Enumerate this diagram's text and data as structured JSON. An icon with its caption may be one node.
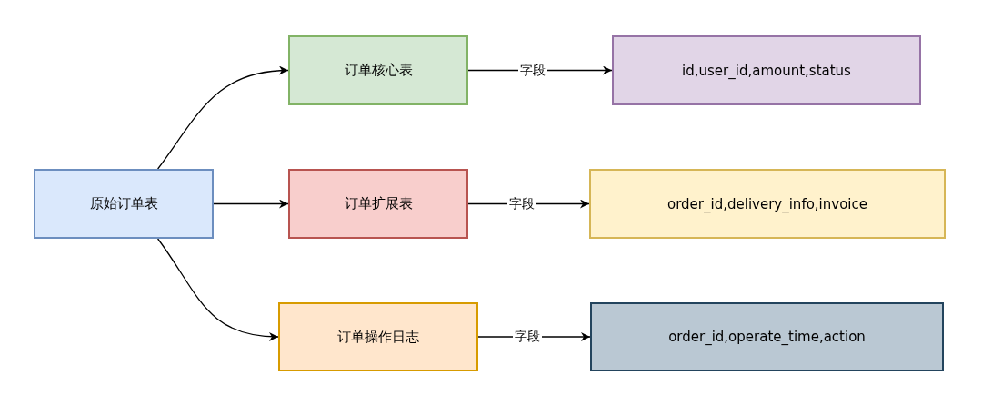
{
  "diagram": {
    "nodes": [
      {
        "text": [
          "原始订单表"
        ]
      },
      {
        "text": [
          "订单核心表"
        ]
      },
      {
        "text": [
          "id,user_id,amount,status"
        ]
      },
      {
        "text": [
          "订单扩展表"
        ]
      },
      {
        "text": [
          "order_id,delivery_info,invoice"
        ]
      },
      {
        "text": [
          "订单操作日志"
        ]
      },
      {
        "text": [
          "order_id,operate_time,action"
        ]
      }
    ],
    "edges": [
      {
        "from": 0,
        "to": 1,
        "arrow": "to"
      },
      {
        "from": 0,
        "to": 3,
        "arrow": "to"
      },
      {
        "from": 0,
        "to": 5,
        "arrow": "to"
      },
      {
        "from": 1,
        "to": 2,
        "arrow": "to",
        "label": "字段"
      },
      {
        "from": 3,
        "to": 4,
        "arrow": "to",
        "label": "字段"
      },
      {
        "from": 5,
        "to": 6,
        "arrow": "to",
        "label": "字段"
      }
    ]
  }
}
